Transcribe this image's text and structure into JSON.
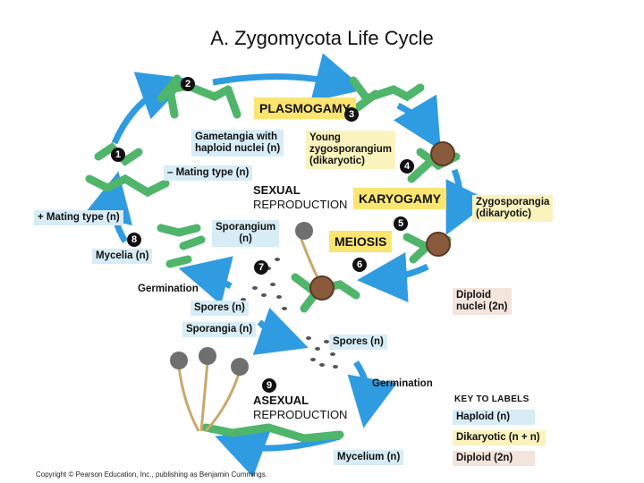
{
  "title": "A.  Zygomycota Life Cycle",
  "stages": {
    "plasmogamy": "PLASMOGAMY",
    "karyogamy": "KARYOGAMY",
    "meiosis": "MEIOSIS",
    "sexual_line1": "SEXUAL",
    "sexual_line2": "REPRODUCTION",
    "asexual_line1": "ASEXUAL",
    "asexual_line2": "REPRODUCTION"
  },
  "labels": {
    "gametangia_line1": "Gametangia with",
    "gametangia_line2": "haploid nuclei (n)",
    "minus_mating": "– Mating type (n)",
    "plus_mating": "+ Mating type (n)",
    "young_line1": "Young",
    "young_line2": "zygosporangium",
    "young_line3": "(dikaryotic)",
    "zygo_line1": "Zygosporangia",
    "zygo_line2": "(dikaryotic)",
    "sporangium_line1": "Sporangium",
    "sporangium_line2": "(n)",
    "mycelia": "Mycelia (n)",
    "germination_left": "Germination",
    "spores_left": "Spores (n)",
    "sporangia": "Sporangia (n)",
    "spores_right": "Spores (n)",
    "diploid_line1": "Diploid",
    "diploid_line2": "nuclei (2n)",
    "germination_right": "Germination",
    "mycelium": "Mycelium (n)"
  },
  "numbers": [
    "1",
    "2",
    "3",
    "4",
    "5",
    "6",
    "7",
    "8",
    "9"
  ],
  "key": {
    "title": "KEY TO LABELS",
    "haploid": "Haploid (n)",
    "dikaryotic": "Dikaryotic (n + n)",
    "diploid": "Diploid (2n)"
  },
  "copyright": "Copyright © Pearson Education, Inc., publishing as Benjamin Cummings.",
  "colors": {
    "arrow": "#2f9be0",
    "hypha": "#4fb56a",
    "haploid_bg": "#d7ecf5",
    "dikaryotic_bg": "#fbf3bd",
    "diploid_bg": "#f3e4dc",
    "stage_bg": "#fbe571",
    "zygosporangium": "#8a5a3c",
    "sporangium": "#6f6f6f"
  }
}
